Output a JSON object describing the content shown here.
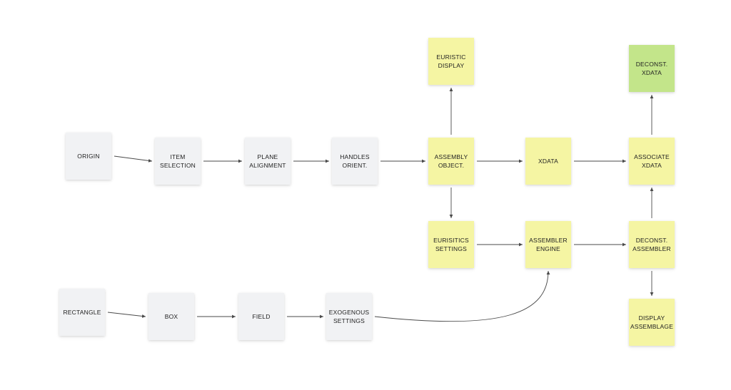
{
  "nodes": [
    {
      "id": "origin",
      "label": "ORIGIN",
      "color": "gray"
    },
    {
      "id": "item-selection",
      "label": "ITEM\nSELECTION",
      "color": "gray"
    },
    {
      "id": "plane-alignment",
      "label": "PLANE\nALIGNMENT",
      "color": "gray"
    },
    {
      "id": "handles-orient",
      "label": "HANDLES\nORIENT.",
      "color": "gray"
    },
    {
      "id": "assembly-object",
      "label": "ASSEMBLY\nOBJECT.",
      "color": "yellow"
    },
    {
      "id": "xdata",
      "label": "XDATA",
      "color": "yellow"
    },
    {
      "id": "associate-xdata",
      "label": "ASSOCIATE\nXDATA",
      "color": "yellow"
    },
    {
      "id": "euristic-display",
      "label": "EURISTIC\nDISPLAY",
      "color": "yellow"
    },
    {
      "id": "deconst-xdata",
      "label": "DECONST.\nXDATA",
      "color": "green"
    },
    {
      "id": "eurisitics-settings",
      "label": "EURISITICS\nSETTINGS",
      "color": "yellow"
    },
    {
      "id": "assembler-engine",
      "label": "ASSEMBLER\nENGINE",
      "color": "yellow"
    },
    {
      "id": "deconst-assembler",
      "label": "DECONST.\nASSEMBLER",
      "color": "yellow"
    },
    {
      "id": "display-assemblage",
      "label": "DISPLAY\nASSEMBLAGE",
      "color": "yellow"
    },
    {
      "id": "rectangle",
      "label": "RECTANGLE",
      "color": "gray"
    },
    {
      "id": "box",
      "label": "BOX",
      "color": "gray"
    },
    {
      "id": "field",
      "label": "FIELD",
      "color": "gray"
    },
    {
      "id": "exogenous-settings",
      "label": "EXOGENOUS\nSETTINGS",
      "color": "gray"
    }
  ],
  "edges": [
    {
      "from": "origin",
      "to": "item-selection"
    },
    {
      "from": "item-selection",
      "to": "plane-alignment"
    },
    {
      "from": "plane-alignment",
      "to": "handles-orient"
    },
    {
      "from": "handles-orient",
      "to": "assembly-object"
    },
    {
      "from": "assembly-object",
      "to": "xdata"
    },
    {
      "from": "xdata",
      "to": "associate-xdata"
    },
    {
      "from": "assembly-object",
      "to": "euristic-display"
    },
    {
      "from": "associate-xdata",
      "to": "deconst-xdata"
    },
    {
      "from": "assembly-object",
      "to": "eurisitics-settings"
    },
    {
      "from": "eurisitics-settings",
      "to": "assembler-engine"
    },
    {
      "from": "assembler-engine",
      "to": "deconst-assembler"
    },
    {
      "from": "deconst-assembler",
      "to": "associate-xdata"
    },
    {
      "from": "deconst-assembler",
      "to": "display-assemblage"
    },
    {
      "from": "rectangle",
      "to": "box"
    },
    {
      "from": "box",
      "to": "field"
    },
    {
      "from": "field",
      "to": "exogenous-settings"
    },
    {
      "from": "exogenous-settings",
      "to": "assembler-engine"
    }
  ],
  "colors": {
    "gray_note": "#f1f2f4",
    "yellow_note": "#f5f5a3",
    "green_note": "#c3e58a",
    "connector": "#4a4a4a",
    "text": "#222222"
  }
}
